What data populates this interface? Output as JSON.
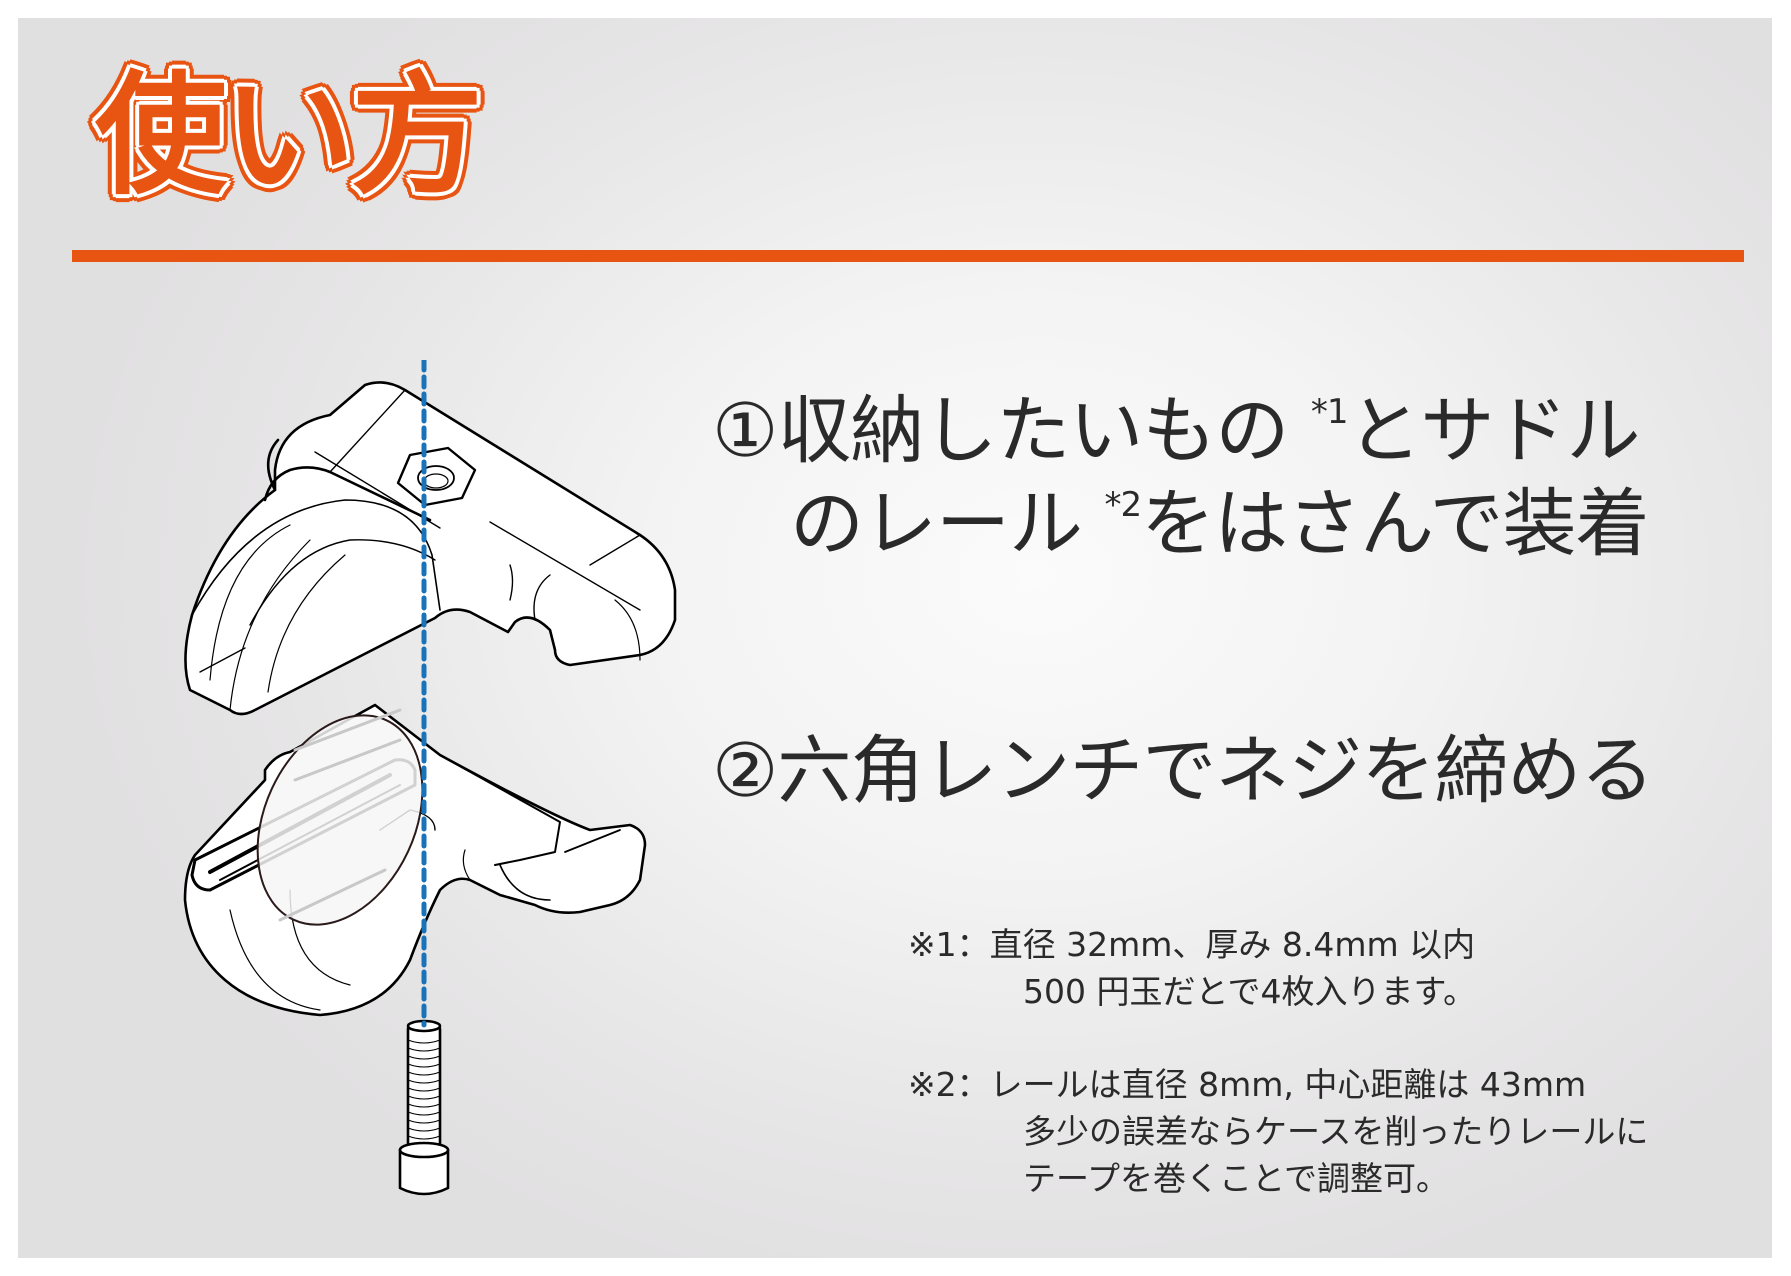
{
  "title": "使い方",
  "accent_color": "#E85412",
  "steps": [
    {
      "number": "①",
      "line1": "収納したいもの",
      "ref1": "*1",
      "line1_end": "とサドル",
      "line2": "のレール",
      "ref2": "*2",
      "line2_end": "をはさんで装着"
    },
    {
      "number": "②",
      "text": "六角レンチでネジを締める"
    }
  ],
  "notes": [
    {
      "label": "※1：",
      "lines": [
        "直径 32mm、厚み 8.4mm 以内",
        "500 円玉だとで4枚入ります。"
      ]
    },
    {
      "label": "※2：",
      "lines": [
        "レールは直径 8mm, 中心距離は 43mm",
        "多少の誤差ならケースを削ったりレールに",
        "テープを巻くことで調整可。"
      ]
    }
  ],
  "illustration": {
    "description": "exploded-view line drawing of saddle-rail coin case clamp with hex nut, coin, and cap screw",
    "guide_line_color": "#1a73b8",
    "parts": [
      "upper-clamp",
      "hex-nut",
      "coin",
      "lower-case",
      "cap-screw"
    ]
  }
}
